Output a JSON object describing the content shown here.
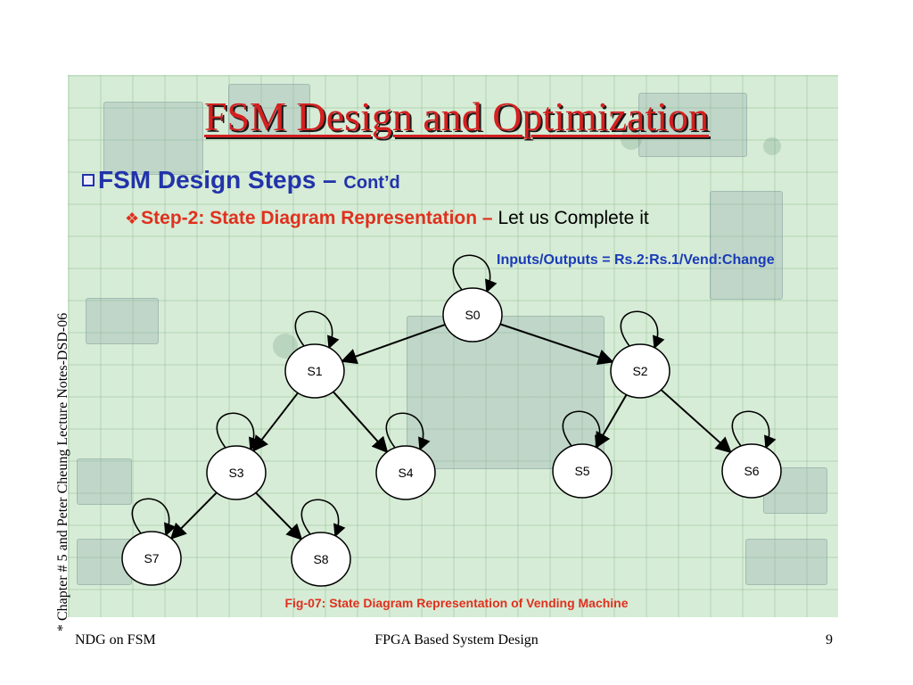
{
  "title": "FSM Design and Optimization",
  "bullet1": {
    "main": "FSM Design Steps",
    "dash": " – ",
    "sub": "Cont’d"
  },
  "bullet2": {
    "bold": "Step-2: State Diagram Representation",
    "dash": " – ",
    "plain": "Let us Complete it"
  },
  "io_label": "Inputs/Outputs = Rs.2:Rs.1/Vend:Change",
  "caption": "Fig-07: State Diagram Representation of Vending Machine",
  "side_text": "* Chapter # 5 and Peter Cheung Lecture Notes-DSD-06",
  "footer": {
    "left": "NDG on FSM",
    "center": "FPGA Based System Design",
    "page": "9"
  },
  "diagram": {
    "states": [
      "S0",
      "S1",
      "S2",
      "S3",
      "S4",
      "S5",
      "S6",
      "S7",
      "S8"
    ],
    "transitions": [
      [
        "S0",
        "S1"
      ],
      [
        "S0",
        "S2"
      ],
      [
        "S1",
        "S3"
      ],
      [
        "S1",
        "S4"
      ],
      [
        "S2",
        "S5"
      ],
      [
        "S2",
        "S6"
      ],
      [
        "S3",
        "S7"
      ],
      [
        "S3",
        "S8"
      ]
    ],
    "self_loops": [
      "S0",
      "S1",
      "S2",
      "S3",
      "S4",
      "S5",
      "S6",
      "S7",
      "S8"
    ]
  },
  "colors": {
    "title": "#d42020",
    "heading_blue": "#2233aa",
    "step_red": "#e0301e",
    "io_blue": "#1a3bb8",
    "board_bg": "#d6ecd6"
  }
}
